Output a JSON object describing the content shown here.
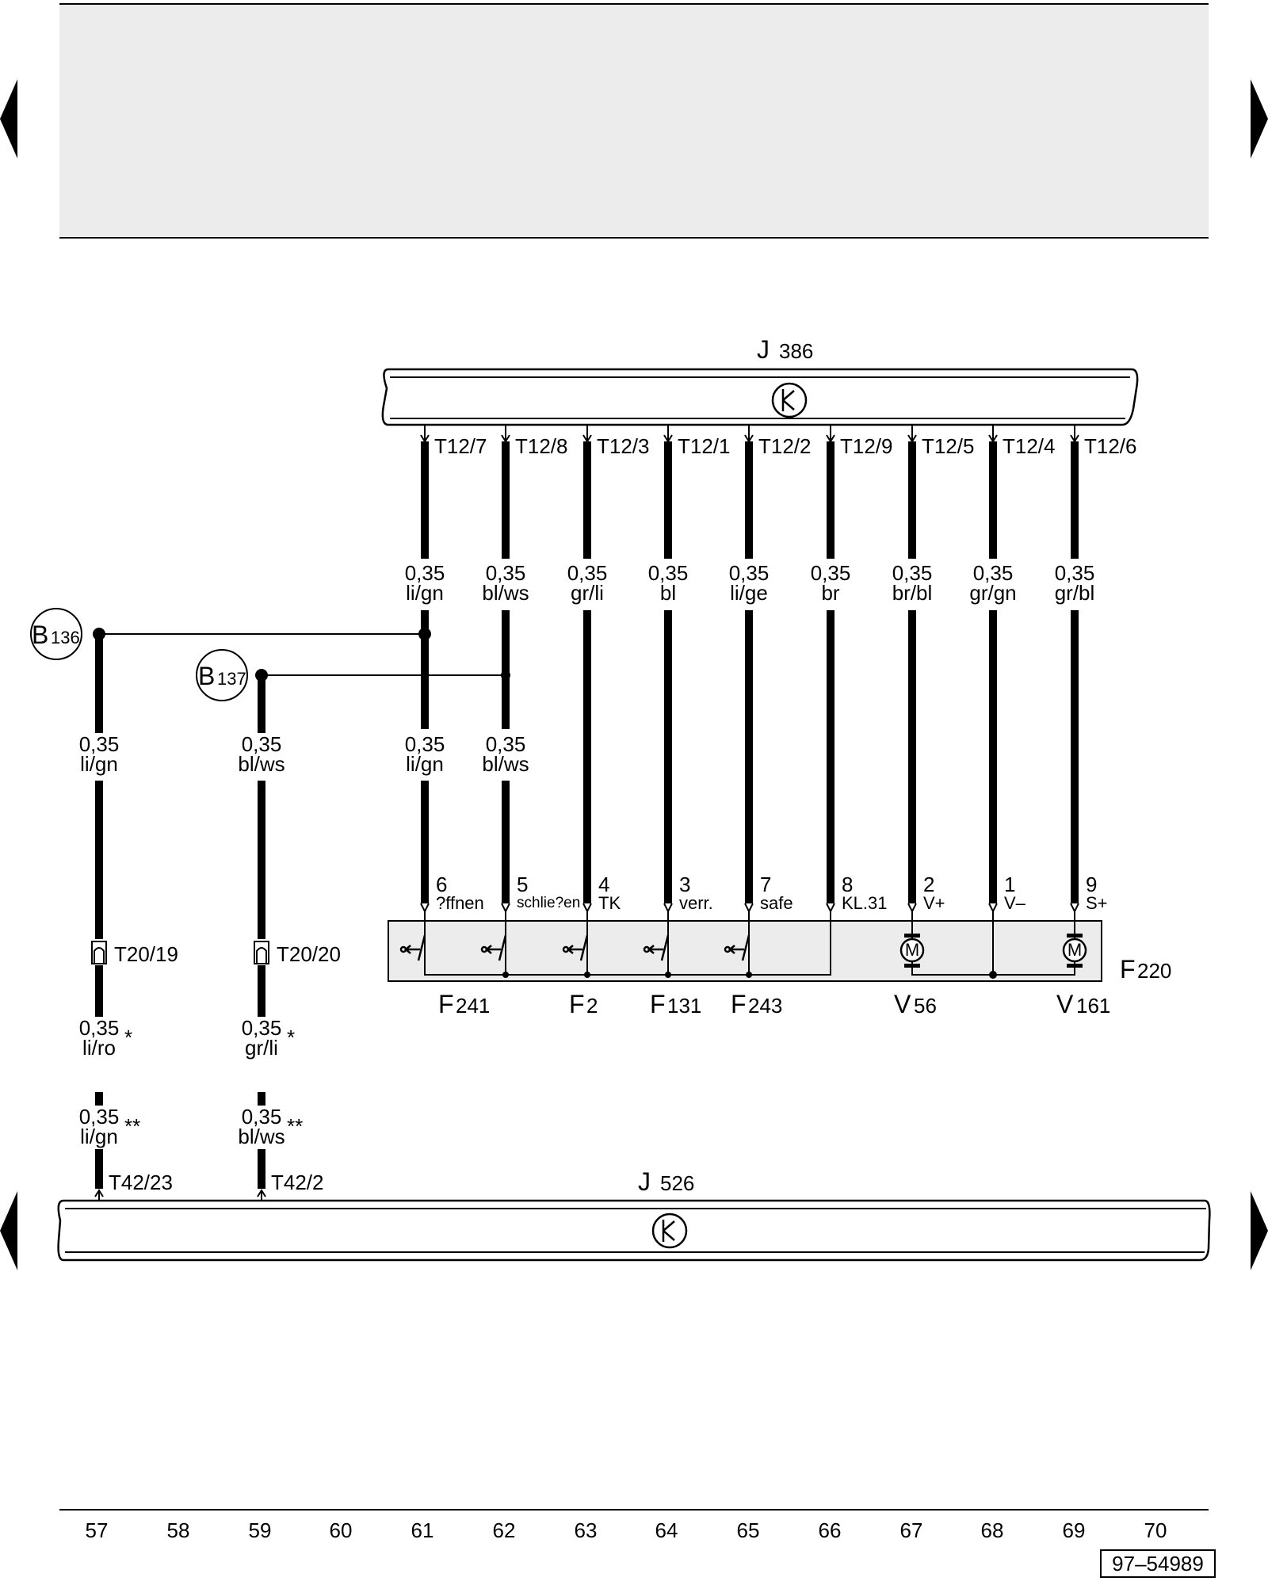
{
  "header_panel": {
    "fill": "#ececec",
    "text": ""
  },
  "components": {
    "J386": {
      "letter": "J",
      "number": "386"
    },
    "J526": {
      "letter": "J",
      "number": "526"
    },
    "F220": {
      "letter": "F",
      "number": "220"
    },
    "B136": {
      "letter": "B",
      "number": "136"
    },
    "B137": {
      "letter": "B",
      "number": "137"
    },
    "F241": {
      "letter": "F",
      "number": "241"
    },
    "F2": {
      "letter": "F",
      "number": "2"
    },
    "F131": {
      "letter": "F",
      "number": "131"
    },
    "F243": {
      "letter": "F",
      "number": "243"
    },
    "V56": {
      "letter": "V",
      "number": "56"
    },
    "V161": {
      "letter": "V",
      "number": "161"
    }
  },
  "connectors_top": [
    "T12/7",
    "T12/8",
    "T12/3",
    "T12/1",
    "T12/2",
    "T12/9",
    "T12/5",
    "T12/4",
    "T12/6"
  ],
  "top_wires": [
    {
      "size": "0,35",
      "color": "li/gn"
    },
    {
      "size": "0,35",
      "color": "bl/ws"
    },
    {
      "size": "0,35",
      "color": "gr/li"
    },
    {
      "size": "0,35",
      "color": "bl"
    },
    {
      "size": "0,35",
      "color": "li/ge"
    },
    {
      "size": "0,35",
      "color": "br"
    },
    {
      "size": "0,35",
      "color": "br/bl"
    },
    {
      "size": "0,35",
      "color": "gr/gn"
    },
    {
      "size": "0,35",
      "color": "gr/bl"
    }
  ],
  "middle_wires": [
    {
      "size": "0,35",
      "color": "li/gn"
    },
    {
      "size": "0,35",
      "color": "bl/ws"
    },
    {
      "size": "0,35",
      "color": "li/gn"
    },
    {
      "size": "0,35",
      "color": "bl/ws"
    }
  ],
  "pins": [
    {
      "num": "6",
      "label": "?ffnen"
    },
    {
      "num": "5",
      "label": "schlie?en"
    },
    {
      "num": "4",
      "label": "TK"
    },
    {
      "num": "3",
      "label": "verr."
    },
    {
      "num": "7",
      "label": "safe"
    },
    {
      "num": "8",
      "label": "KL.31"
    },
    {
      "num": "2",
      "label": "V+"
    },
    {
      "num": "1",
      "label": "V–"
    },
    {
      "num": "9",
      "label": "S+"
    }
  ],
  "connectors_mid": [
    "T20/19",
    "T20/20"
  ],
  "lower_wires_star": [
    {
      "size": "0,35",
      "color": "li/ro",
      "mark": "*"
    },
    {
      "size": "0,35",
      "color": "gr/li",
      "mark": "*"
    }
  ],
  "lower_wires_dstar": [
    {
      "size": "0,35",
      "color": "li/gn",
      "mark": "**"
    },
    {
      "size": "0,35",
      "color": "bl/ws",
      "mark": "**"
    }
  ],
  "connectors_bottom": [
    "T42/23",
    "T42/2"
  ],
  "motor_symbol": "M",
  "columns": [
    "57",
    "58",
    "59",
    "60",
    "61",
    "62",
    "63",
    "64",
    "65",
    "66",
    "67",
    "68",
    "69",
    "70"
  ],
  "ref_code": "97–54989"
}
